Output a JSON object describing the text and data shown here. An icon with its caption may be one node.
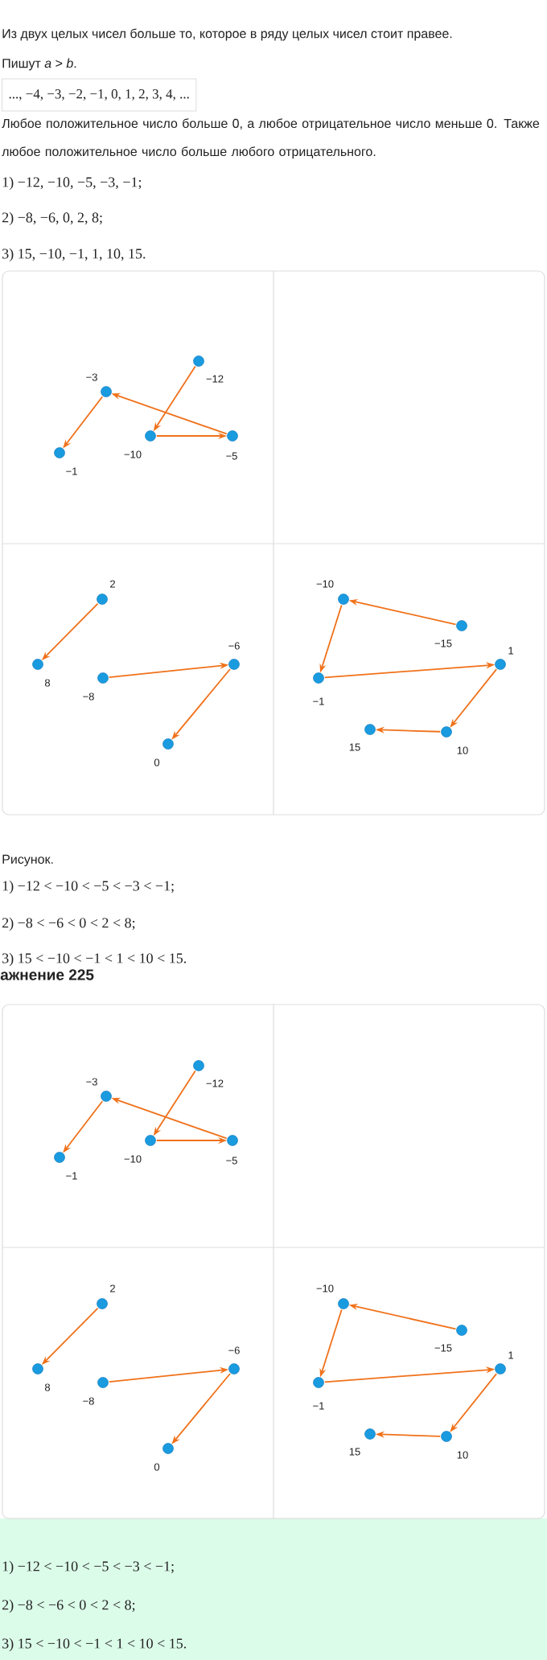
{
  "diagram": {
    "nodes": [
      {
        "text": [],
        "shape": "circle",
        "beside": [
          "−12"
        ]
      },
      {
        "text": [],
        "shape": "circle",
        "beside": [
          "−3"
        ]
      },
      {
        "text": [],
        "shape": "circle",
        "beside": [
          "−10"
        ]
      },
      {
        "text": [],
        "shape": "circle",
        "beside": [
          "−5"
        ]
      },
      {
        "text": [],
        "shape": "circle",
        "beside": [
          "−1"
        ]
      },
      {
        "text": [],
        "shape": "circle",
        "beside": [
          "2"
        ]
      },
      {
        "text": [],
        "shape": "circle",
        "beside": [
          "8"
        ]
      },
      {
        "text": [],
        "shape": "circle",
        "beside": [
          "−8"
        ]
      },
      {
        "text": [],
        "shape": "circle",
        "beside": [
          "−6"
        ]
      },
      {
        "text": [],
        "shape": "circle",
        "beside": [
          "0"
        ]
      },
      {
        "text": [],
        "shape": "circle",
        "beside": [
          "−10"
        ]
      },
      {
        "text": [],
        "shape": "circle",
        "beside": [
          "−15"
        ]
      },
      {
        "text": [],
        "shape": "circle",
        "beside": [
          "−1"
        ]
      },
      {
        "text": [],
        "shape": "circle",
        "beside": [
          "1"
        ]
      },
      {
        "text": [],
        "shape": "circle",
        "beside": [
          "10"
        ]
      },
      {
        "text": [],
        "shape": "circle",
        "beside": [
          "15"
        ]
      },
      {
        "text": [],
        "shape": "circle",
        "beside": [
          "−12"
        ]
      },
      {
        "text": [],
        "shape": "circle",
        "beside": [
          "−3"
        ]
      },
      {
        "text": [],
        "shape": "circle",
        "beside": [
          "−10"
        ]
      },
      {
        "text": [],
        "shape": "circle",
        "beside": [
          "−5"
        ]
      },
      {
        "text": [],
        "shape": "circle",
        "beside": [
          "−1"
        ]
      },
      {
        "text": [],
        "shape": "circle",
        "beside": [
          "2"
        ]
      },
      {
        "text": [],
        "shape": "circle",
        "beside": [
          "8"
        ]
      },
      {
        "text": [],
        "shape": "circle",
        "beside": [
          "−8"
        ]
      },
      {
        "text": [],
        "shape": "circle",
        "beside": [
          "−6"
        ]
      },
      {
        "text": [],
        "shape": "circle",
        "beside": [
          "0"
        ]
      },
      {
        "text": [],
        "shape": "circle",
        "beside": [
          "−10"
        ]
      },
      {
        "text": [],
        "shape": "circle",
        "beside": [
          "−15"
        ]
      },
      {
        "text": [],
        "shape": "circle",
        "beside": [
          "−1"
        ]
      },
      {
        "text": [],
        "shape": "circle",
        "beside": [
          "1"
        ]
      },
      {
        "text": [],
        "shape": "circle",
        "beside": [
          "10"
        ]
      },
      {
        "text": [],
        "shape": "circle",
        "beside": [
          "15"
        ]
      }
    ],
    "edges": [
      {
        "from": 0,
        "to": 2,
        "arrow": "to"
      },
      {
        "from": 2,
        "to": 3,
        "arrow": "to"
      },
      {
        "from": 3,
        "to": 1,
        "arrow": "to"
      },
      {
        "from": 1,
        "to": 4,
        "arrow": "to"
      },
      {
        "from": 5,
        "to": 6,
        "arrow": "to"
      },
      {
        "from": 7,
        "to": 8,
        "arrow": "to"
      },
      {
        "from": 8,
        "to": 9,
        "arrow": "to"
      },
      {
        "from": 11,
        "to": 10,
        "arrow": "to"
      },
      {
        "from": 10,
        "to": 12,
        "arrow": "to"
      },
      {
        "from": 12,
        "to": 13,
        "arrow": "to"
      },
      {
        "from": 13,
        "to": 14,
        "arrow": "to"
      },
      {
        "from": 14,
        "to": 15,
        "arrow": "to"
      },
      {
        "from": 16,
        "to": 18,
        "arrow": "to"
      },
      {
        "from": 18,
        "to": 19,
        "arrow": "to"
      },
      {
        "from": 19,
        "to": 17,
        "arrow": "to"
      },
      {
        "from": 17,
        "to": 20,
        "arrow": "to"
      },
      {
        "from": 21,
        "to": 22,
        "arrow": "to"
      },
      {
        "from": 23,
        "to": 24,
        "arrow": "to"
      },
      {
        "from": 24,
        "to": 25,
        "arrow": "to"
      },
      {
        "from": 27,
        "to": 26,
        "arrow": "to"
      },
      {
        "from": 26,
        "to": 28,
        "arrow": "to"
      },
      {
        "from": 28,
        "to": 29,
        "arrow": "to"
      },
      {
        "from": 29,
        "to": 30,
        "arrow": "to"
      },
      {
        "from": 30,
        "to": 31,
        "arrow": "to"
      }
    ],
    "labels": [
      "Из двух целых чисел больше то, которое в ряду целых чисел стоит правее.",
      "Пишут *a* > *b*.",
      "..., −4, −3, −2, −1, 0, 1, 2, 3, 4, ...",
      "Любое положительное число больше 0, а любое отрицательное число меньше 0. Также любое положительное число больше любого отрицательного.",
      "1) −12, −10, −5, −3, −1;",
      "2) −8, −6, 0, 2, 8;",
      "3) 15, −10, −1, 1, 10, 15.",
      "Рисунок.",
      "1) −12 < −10 < −5 < −3 < −1;",
      "2) −8 < −6 < 0 < 2 < 8;",
      "3) 15 < −10 < −1 < 1 < 10 < 15.",
      "ажнение 225",
      "1) −12 < −10 < −5 < −3 < −1;",
      "2) −8 < −6 < 0 < 2 < 8;",
      "3) 15 < −10 < −1 < 1 < 10 < 15."
    ]
  }
}
